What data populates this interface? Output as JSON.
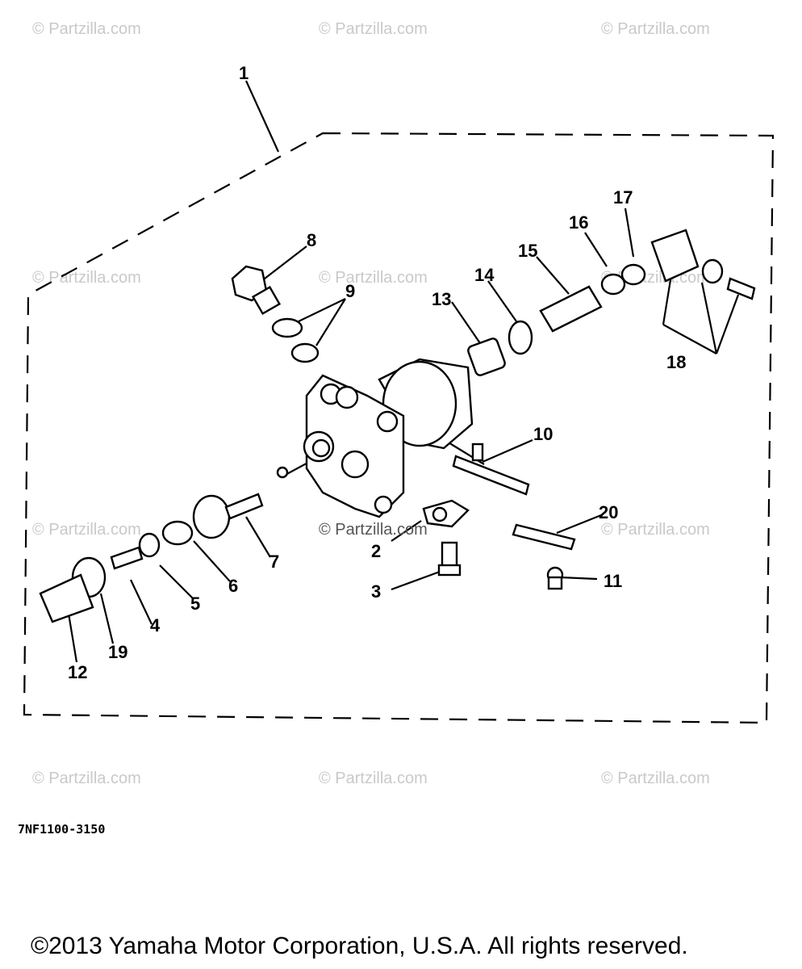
{
  "watermarks": [
    "© Partzilla.com",
    "© Partzilla.com",
    "© Partzilla.com",
    "© Partzilla.com",
    "© Partzilla.com",
    "© Partzilla.com",
    "© Partzilla.com",
    "© Partzilla.com",
    "© Partzilla.com",
    "© Partzilla.com",
    "© Partzilla.com",
    "© Partzilla.com"
  ],
  "center_watermark": "© Partzilla.com",
  "callouts": {
    "c1": "1",
    "c2": "2",
    "c3": "3",
    "c4": "4",
    "c5": "5",
    "c6": "6",
    "c7": "7",
    "c8": "8",
    "c9": "9",
    "c10": "10",
    "c11": "11",
    "c12": "12",
    "c13": "13",
    "c14": "14",
    "c15": "15",
    "c16": "16",
    "c17": "17",
    "c18": "18",
    "c19": "19",
    "c20": "20"
  },
  "part_number": "7NF1100-3150",
  "copyright": "©2013  Yamaha Motor Corporation, U.S.A. All rights reserved."
}
